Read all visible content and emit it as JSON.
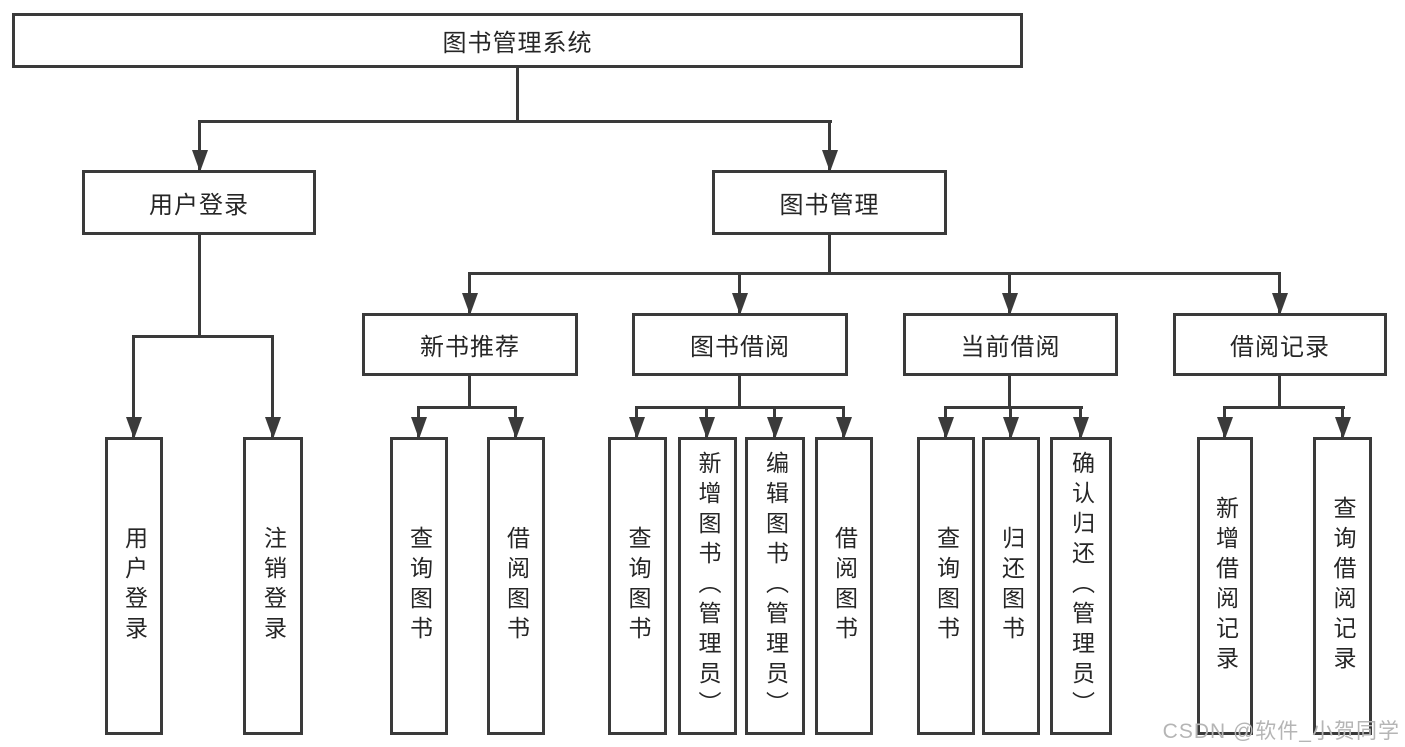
{
  "diagram": {
    "root": {
      "label": "图书管理系统"
    },
    "branches": [
      {
        "label": "用户登录",
        "children": [
          {
            "label": "用户登录"
          },
          {
            "label": "注销登录"
          }
        ]
      },
      {
        "label": "图书管理",
        "children": [
          {
            "label": "新书推荐",
            "children": [
              {
                "label": "查询图书"
              },
              {
                "label": "借阅图书"
              }
            ]
          },
          {
            "label": "图书借阅",
            "children": [
              {
                "label": "查询图书"
              },
              {
                "label": "新增图书（管理员）"
              },
              {
                "label": "编辑图书（管理员）"
              },
              {
                "label": "借阅图书"
              }
            ]
          },
          {
            "label": "当前借阅",
            "children": [
              {
                "label": "查询图书"
              },
              {
                "label": "归还图书"
              },
              {
                "label": "确认归还（管理员）"
              }
            ]
          },
          {
            "label": "借阅记录",
            "children": [
              {
                "label": "新增借阅记录"
              },
              {
                "label": "查询借阅记录"
              }
            ]
          }
        ]
      }
    ]
  },
  "watermark": {
    "text": "CSDN @软件_小贺同学"
  },
  "colors": {
    "line": "#3a3a3a",
    "text": "#262626",
    "background": "#ffffff",
    "watermark": "#b5b5b5"
  }
}
